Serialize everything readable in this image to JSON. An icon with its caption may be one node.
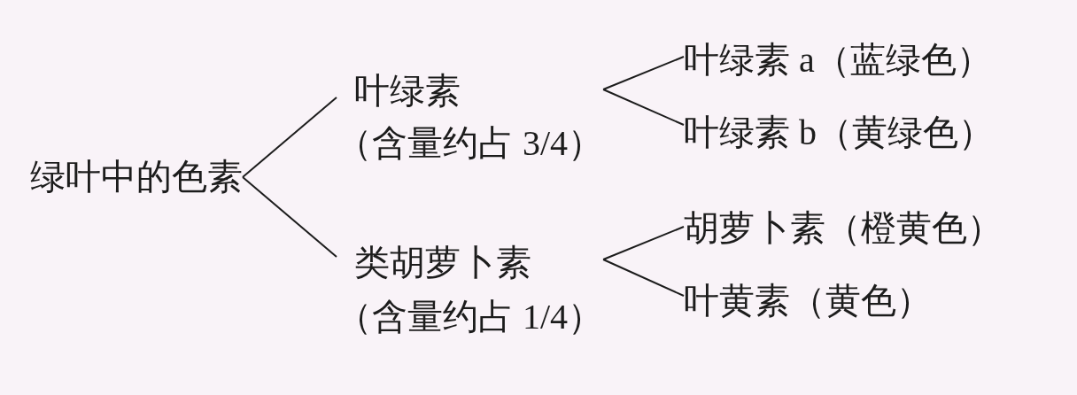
{
  "diagram": {
    "nodes": [
      {
        "text": [
          "绿叶中的色素"
        ]
      },
      {
        "text": [
          "叶绿素",
          "（含量约占 3/4）"
        ]
      },
      {
        "text": [
          "叶绿素 a（蓝绿色）"
        ]
      },
      {
        "text": [
          "叶绿素 b（黄绿色）"
        ]
      },
      {
        "text": [
          "类胡萝卜素",
          "（含量约占 1/4）"
        ]
      },
      {
        "text": [
          "胡萝卜素（橙黄色）"
        ]
      },
      {
        "text": [
          "叶黄素（黄色）"
        ]
      }
    ],
    "edges": [
      {
        "from": 0,
        "to": 1,
        "arrow": "none"
      },
      {
        "from": 0,
        "to": 4,
        "arrow": "none"
      },
      {
        "from": 1,
        "to": 2,
        "arrow": "none"
      },
      {
        "from": 1,
        "to": 3,
        "arrow": "none"
      },
      {
        "from": 4,
        "to": 5,
        "arrow": "none"
      },
      {
        "from": 4,
        "to": 6,
        "arrow": "none"
      }
    ]
  }
}
